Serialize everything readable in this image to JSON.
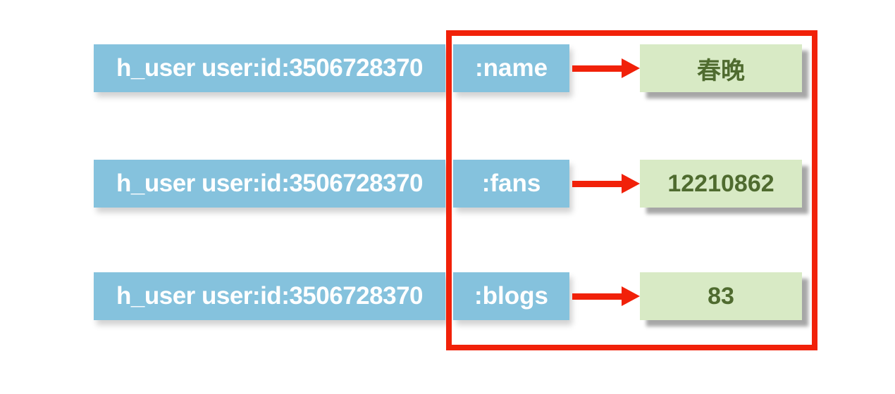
{
  "diagram": {
    "description": "redis-hash-structure-diagram",
    "rows": [
      {
        "key": "h_user user:id:3506728370",
        "field": ":name",
        "value": "春晚"
      },
      {
        "key": "h_user user:id:3506728370",
        "field": ":fans",
        "value": "12210862"
      },
      {
        "key": "h_user user:id:3506728370",
        "field": ":blogs",
        "value": "83"
      }
    ],
    "colors": {
      "key_box_background": "#85C2DD",
      "key_text": "#FFFFFF",
      "value_box_background": "#D8EAC5",
      "value_text": "#4F6B2F",
      "arrow": "#F12109",
      "highlight_border": "#F12109",
      "page_background": "#FFFFFF"
    }
  }
}
